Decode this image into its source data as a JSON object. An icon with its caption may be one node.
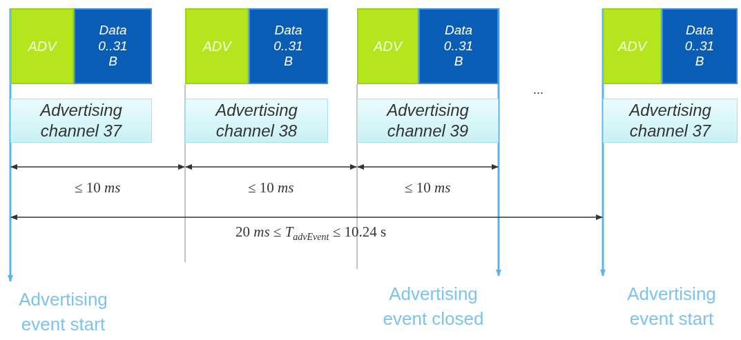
{
  "diagram": {
    "nodes": [
      {
        "text": [
          "ADV"
        ]
      },
      {
        "text": [
          "Data 0..31 B"
        ]
      },
      {
        "text": [
          "Advertising channel 37"
        ]
      },
      {
        "text": [
          "ADV"
        ]
      },
      {
        "text": [
          "Data 0..31 B"
        ]
      },
      {
        "text": [
          "Advertising channel 38"
        ]
      },
      {
        "text": [
          "ADV"
        ]
      },
      {
        "text": [
          "Data 0..31 B"
        ]
      },
      {
        "text": [
          "Advertising channel 39"
        ]
      },
      {
        "text": [
          "ADV"
        ]
      },
      {
        "text": [
          "Data 0..31 B"
        ]
      },
      {
        "text": [
          "Advertising channel 37"
        ]
      },
      {
        "text": [
          "Advertising event start"
        ]
      },
      {
        "text": [
          "Advertising event closed"
        ]
      },
      {
        "text": [
          "Advertising event start"
        ]
      }
    ],
    "edges": [
      {
        "from": 0,
        "to": 12,
        "arrow": "to"
      },
      {
        "from": 7,
        "to": 13,
        "arrow": "to"
      },
      {
        "from": 9,
        "to": 14,
        "arrow": "to"
      }
    ],
    "labels": [
      "...",
      "≤ 10 *ms*",
      "≤ 10 *ms*",
      "≤ 10 *ms*",
      "20 *ms* ≤ *T*$_{advEvent}$ ≤ 10.24 s"
    ]
  }
}
